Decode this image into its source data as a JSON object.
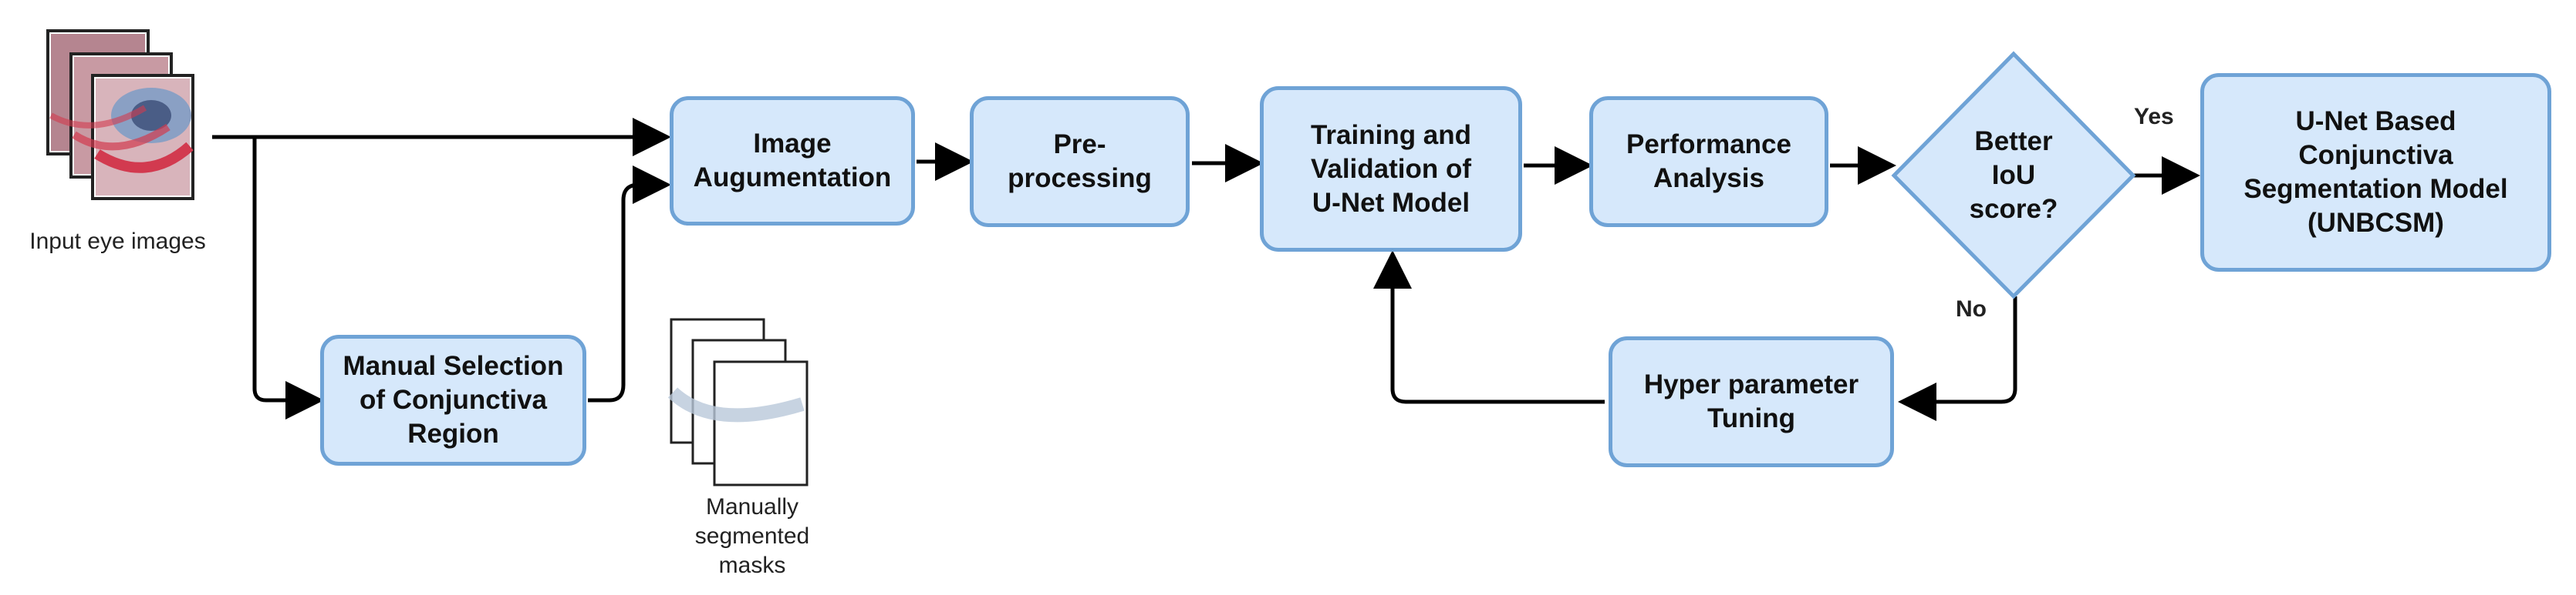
{
  "nodes": {
    "input_images_caption": "Input eye images",
    "manual_masks_caption": "Manually\nsegmented\nmasks",
    "manual_selection": "Manual Selection\nof Conjunctiva\nRegion",
    "image_augmentation": "Image\nAugumentation",
    "pre_processing": "Pre-\nprocessing",
    "training": "Training and\nValidation of\nU-Net Model",
    "performance": "Performance\nAnalysis",
    "decision": "Better\nIoU\nscore?",
    "final_model": "U-Net Based\nConjunctiva\nSegmentation Model\n(UNBCSM)",
    "hyper_tuning": "Hyper parameter\nTuning"
  },
  "edge_labels": {
    "yes": "Yes",
    "no": "No"
  },
  "colors": {
    "box_fill": "#d6e8fb",
    "box_border": "#6fa3d6",
    "arrow": "#000000"
  }
}
